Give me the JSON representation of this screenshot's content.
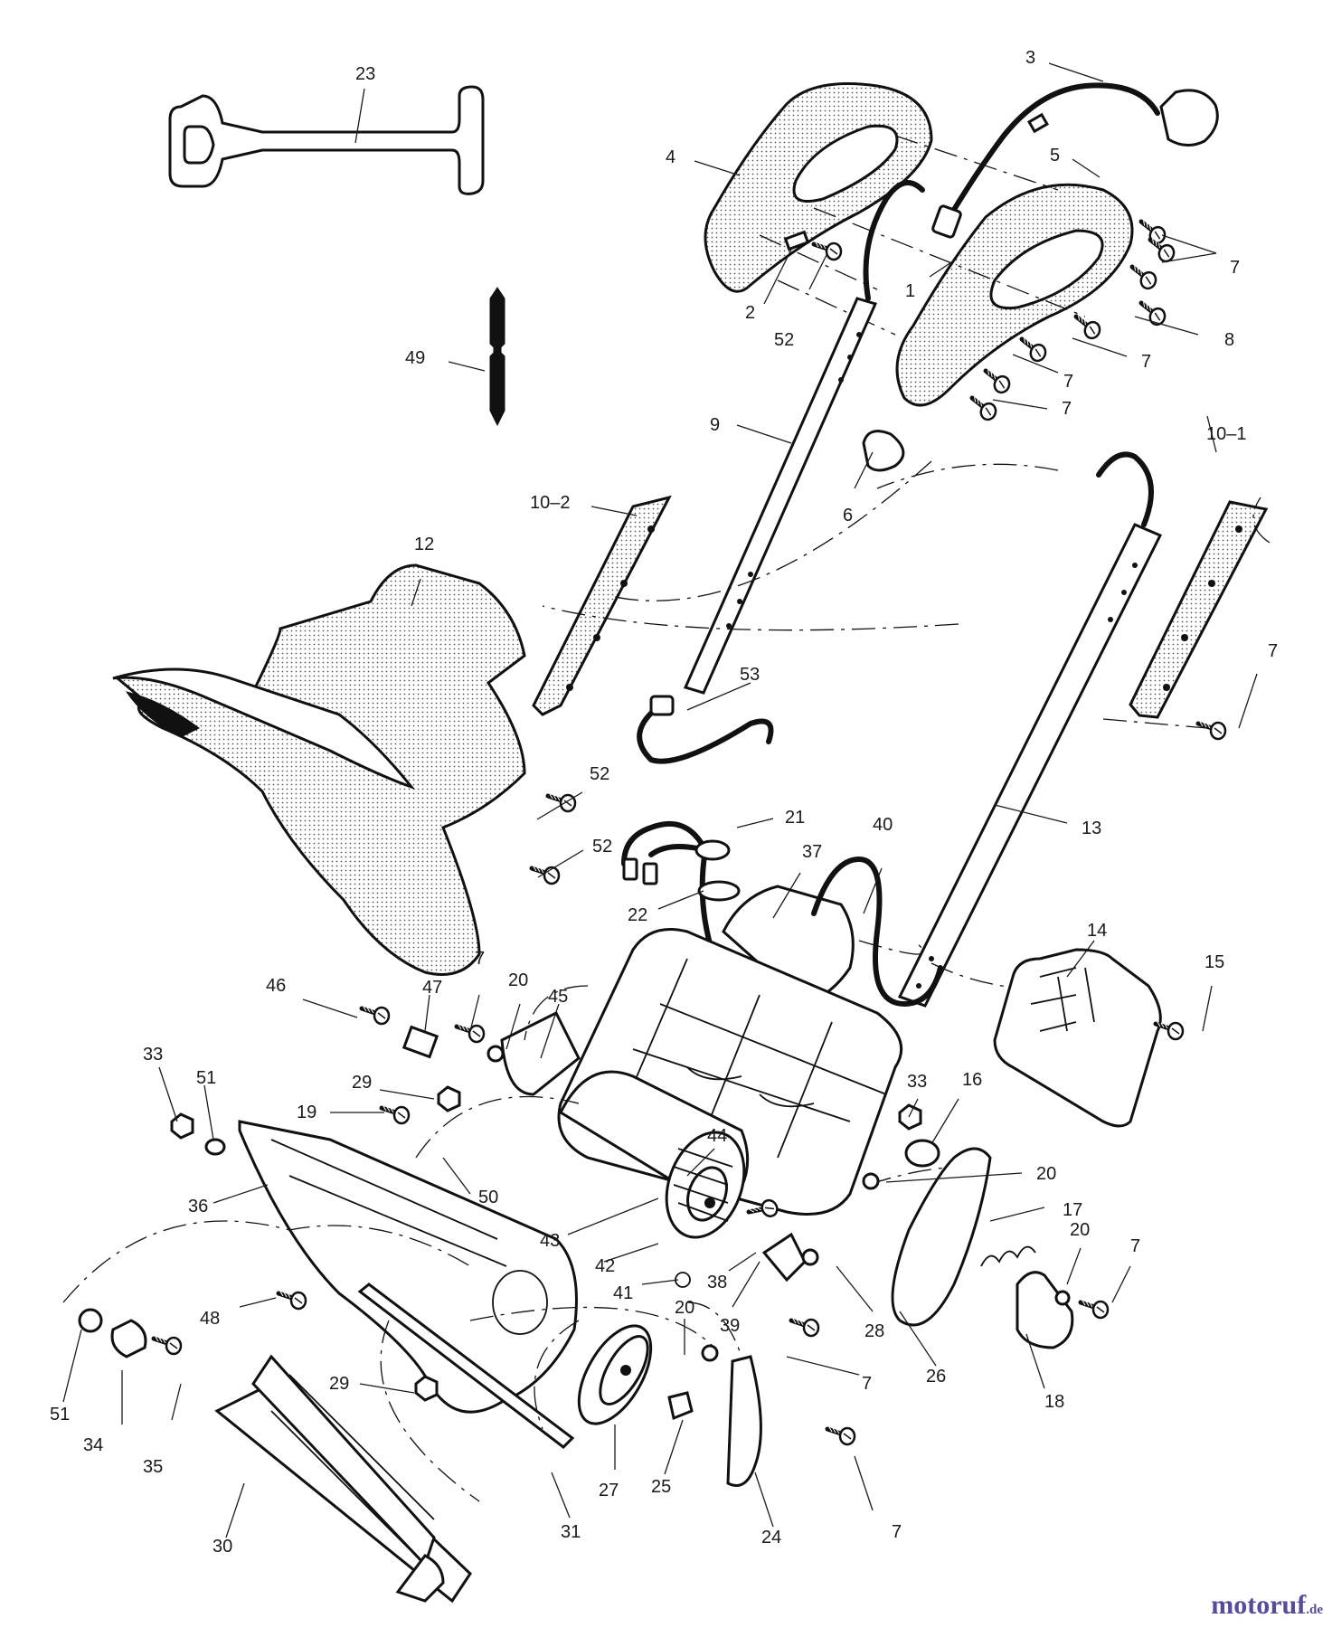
{
  "watermark": {
    "brand": "motoruf",
    "tld": ".de"
  },
  "callouts": [
    {
      "text": "23"
    },
    {
      "text": "49"
    },
    {
      "text": "3"
    },
    {
      "text": "4"
    },
    {
      "text": "5"
    },
    {
      "text": "7"
    },
    {
      "text": "1"
    },
    {
      "text": "2"
    },
    {
      "text": "52"
    },
    {
      "text": "8"
    },
    {
      "text": "7"
    },
    {
      "text": "7"
    },
    {
      "text": "7"
    },
    {
      "text": "9"
    },
    {
      "text": "6"
    },
    {
      "text": "10–1"
    },
    {
      "text": "10–2"
    },
    {
      "text": "12"
    },
    {
      "text": "7"
    },
    {
      "text": "53"
    },
    {
      "text": "52"
    },
    {
      "text": "52"
    },
    {
      "text": "21"
    },
    {
      "text": "40"
    },
    {
      "text": "37"
    },
    {
      "text": "13"
    },
    {
      "text": "22"
    },
    {
      "text": "14"
    },
    {
      "text": "15"
    },
    {
      "text": "47"
    },
    {
      "text": "7"
    },
    {
      "text": "20"
    },
    {
      "text": "46"
    },
    {
      "text": "45"
    },
    {
      "text": "33"
    },
    {
      "text": "51"
    },
    {
      "text": "29"
    },
    {
      "text": "19"
    },
    {
      "text": "33"
    },
    {
      "text": "16"
    },
    {
      "text": "44"
    },
    {
      "text": "36"
    },
    {
      "text": "50"
    },
    {
      "text": "20"
    },
    {
      "text": "17"
    },
    {
      "text": "43"
    },
    {
      "text": "20"
    },
    {
      "text": "7"
    },
    {
      "text": "42"
    },
    {
      "text": "38"
    },
    {
      "text": "41"
    },
    {
      "text": "20"
    },
    {
      "text": "48"
    },
    {
      "text": "39"
    },
    {
      "text": "28"
    },
    {
      "text": "7"
    },
    {
      "text": "26"
    },
    {
      "text": "18"
    },
    {
      "text": "29"
    },
    {
      "text": "51"
    },
    {
      "text": "34"
    },
    {
      "text": "35"
    },
    {
      "text": "27"
    },
    {
      "text": "25"
    },
    {
      "text": "31"
    },
    {
      "text": "7"
    },
    {
      "text": "24"
    },
    {
      "text": "30"
    }
  ]
}
